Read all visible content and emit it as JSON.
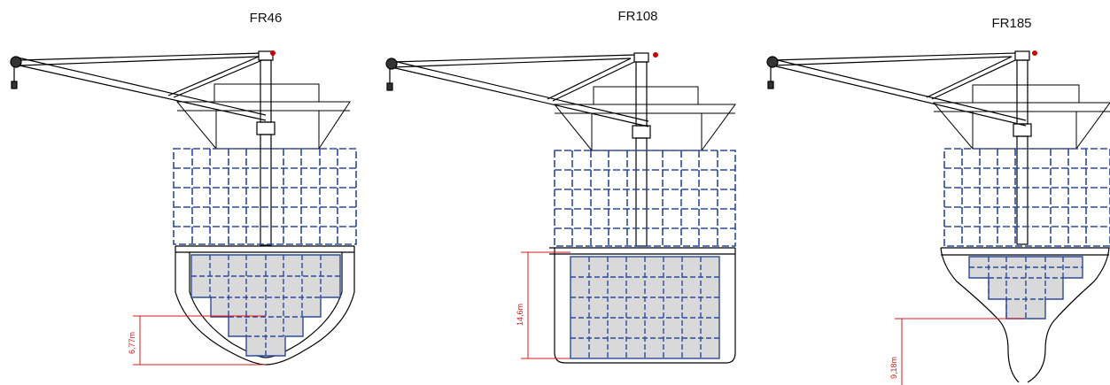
{
  "sections": [
    {
      "title": "FR46",
      "dimension": "6,77m"
    },
    {
      "title": "FR108",
      "dimension": "14,6m"
    },
    {
      "title": "FR185",
      "dimension": "9,18m"
    }
  ],
  "colors": {
    "hull": "#000000",
    "container_fill": "#d9d9d9",
    "container_grid": "#2b4aa0",
    "dimension": "#d81b1b"
  }
}
